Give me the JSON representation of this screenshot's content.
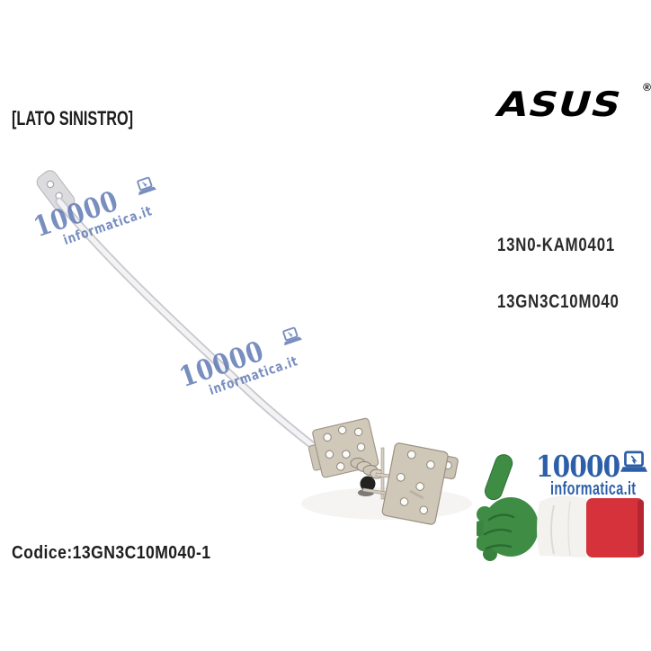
{
  "image": {
    "background_color": "#ffffff",
    "side_label": "[LATO SINISTRO]",
    "brand_logo": {
      "text": "ASUS",
      "registered": "®"
    },
    "part_numbers": {
      "pn1": "13N0-KAM0401",
      "pn2": "13GN3C10M040"
    },
    "footer_code": "Codice:13GN3C10M040-1",
    "watermark": {
      "number": "10000",
      "domain": "informatica.it",
      "icon": "laptop-icon",
      "color": "#5b76b2"
    },
    "seller_logo": {
      "number": "10000",
      "domain": "informatica.it",
      "icon": "laptop-icon",
      "blue": "#2d5fa9",
      "flag_green": "#3f8c44",
      "flag_white": "#f3f2ee",
      "flag_red": "#d5323c"
    },
    "photo_description": "ASUS laptop LCD hinge bracket, left side"
  }
}
